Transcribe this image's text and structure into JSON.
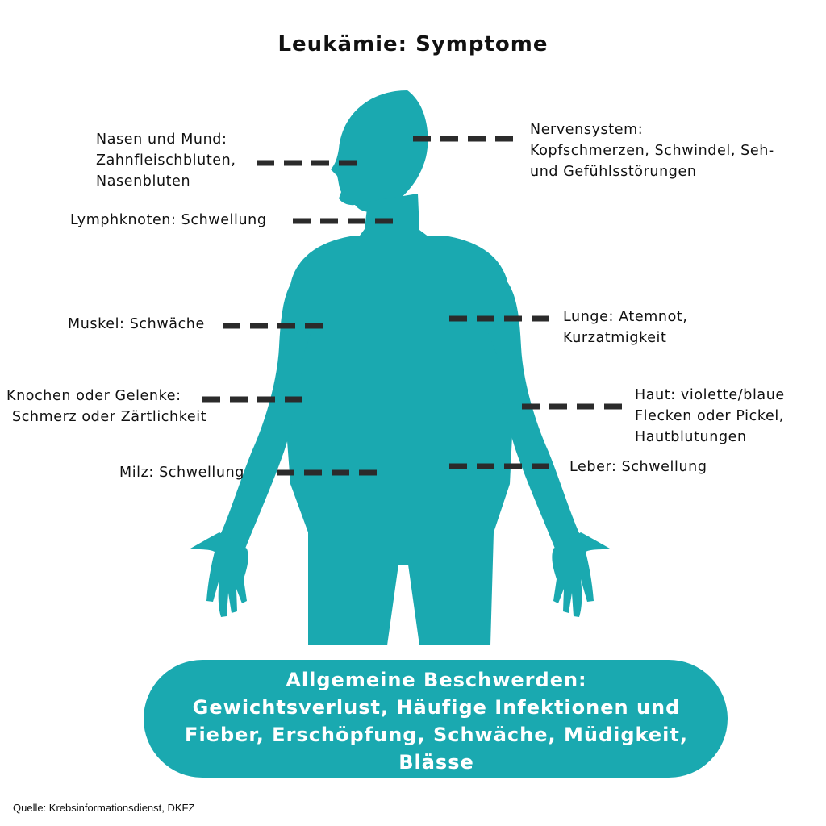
{
  "title": "Leukämie: Symptome",
  "colors": {
    "body": "#1aa9b0",
    "dash": "#2b2b2b",
    "text": "#111111",
    "box_text": "#ffffff"
  },
  "labels": {
    "nase": [
      "Nasen und Mund:",
      "Zahnfleischbluten,",
      "Nasenbluten"
    ],
    "lymph": [
      "Lymphknoten: Schwellung"
    ],
    "muskel": [
      "Muskel: Schwäche"
    ],
    "knochen": [
      "Knochen oder Gelenke:",
      "Schmerz oder Zärtlichkeit"
    ],
    "milz": [
      "Milz: Schwellung"
    ],
    "nerven": [
      "Nervensystem:",
      "Kopfschmerzen, Schwindel, Seh-",
      "und Gefühlsstörungen"
    ],
    "lunge": [
      "Lunge: Atemnot,",
      "Kurzatmigkeit"
    ],
    "haut": [
      "Haut: violette/blaue",
      "Flecken oder Pickel,",
      "Hautblutungen"
    ],
    "leber": [
      "Leber: Schwellung"
    ]
  },
  "general": {
    "lines": [
      "Allgemeine Beschwerden:",
      "Gewichtsverlust, Häufige Infektionen und",
      "Fieber, Erschöpfung, Schwäche, Müdigkeit,",
      "Blässe"
    ]
  },
  "source": "Quelle:  Krebsinformationsdienst, DKFZ"
}
